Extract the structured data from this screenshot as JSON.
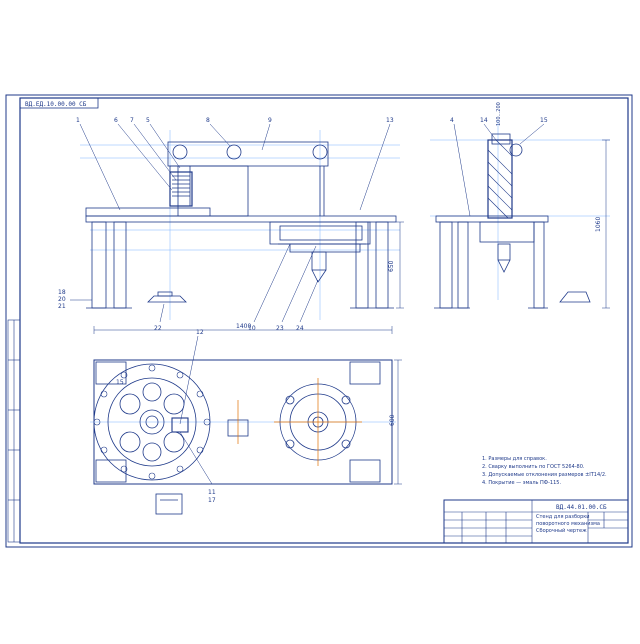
{
  "drawing": {
    "stamp_mirror_code": "ВД.ЕД.10.00.00 СБ",
    "title_code": "ВД.44.01.00.СБ",
    "title_name_1": "Стенд для разборки",
    "title_name_2": "поворотного механизма",
    "title_name_3": "Сборочный чертеж",
    "notes": [
      "1. Размеры для справок.",
      "2. Сварку выполнить по ГОСТ 5264-80.",
      "3. Допускаемые отклонения размеров ±IT14/2.",
      "4. Покрытие — эмаль ПФ-115."
    ]
  },
  "callouts": {
    "top_left": [
      "1",
      "6",
      "7",
      "5",
      "8",
      "9",
      "13"
    ],
    "top_right": [
      "4",
      "14",
      "15"
    ],
    "left_stack": [
      "18",
      "20",
      "21"
    ],
    "bottom_row": [
      "22",
      "10",
      "23",
      "24"
    ],
    "plan": [
      "15",
      "12",
      "11",
      "17"
    ]
  },
  "dimensions": {
    "side_height": "650",
    "front_height": "1060",
    "plan_length": "1400",
    "plan_width": "600",
    "right_top": "100...200"
  },
  "colors": {
    "line": "#1f3a8a",
    "construction": "#7fb3ff",
    "accent": "#e07000"
  }
}
